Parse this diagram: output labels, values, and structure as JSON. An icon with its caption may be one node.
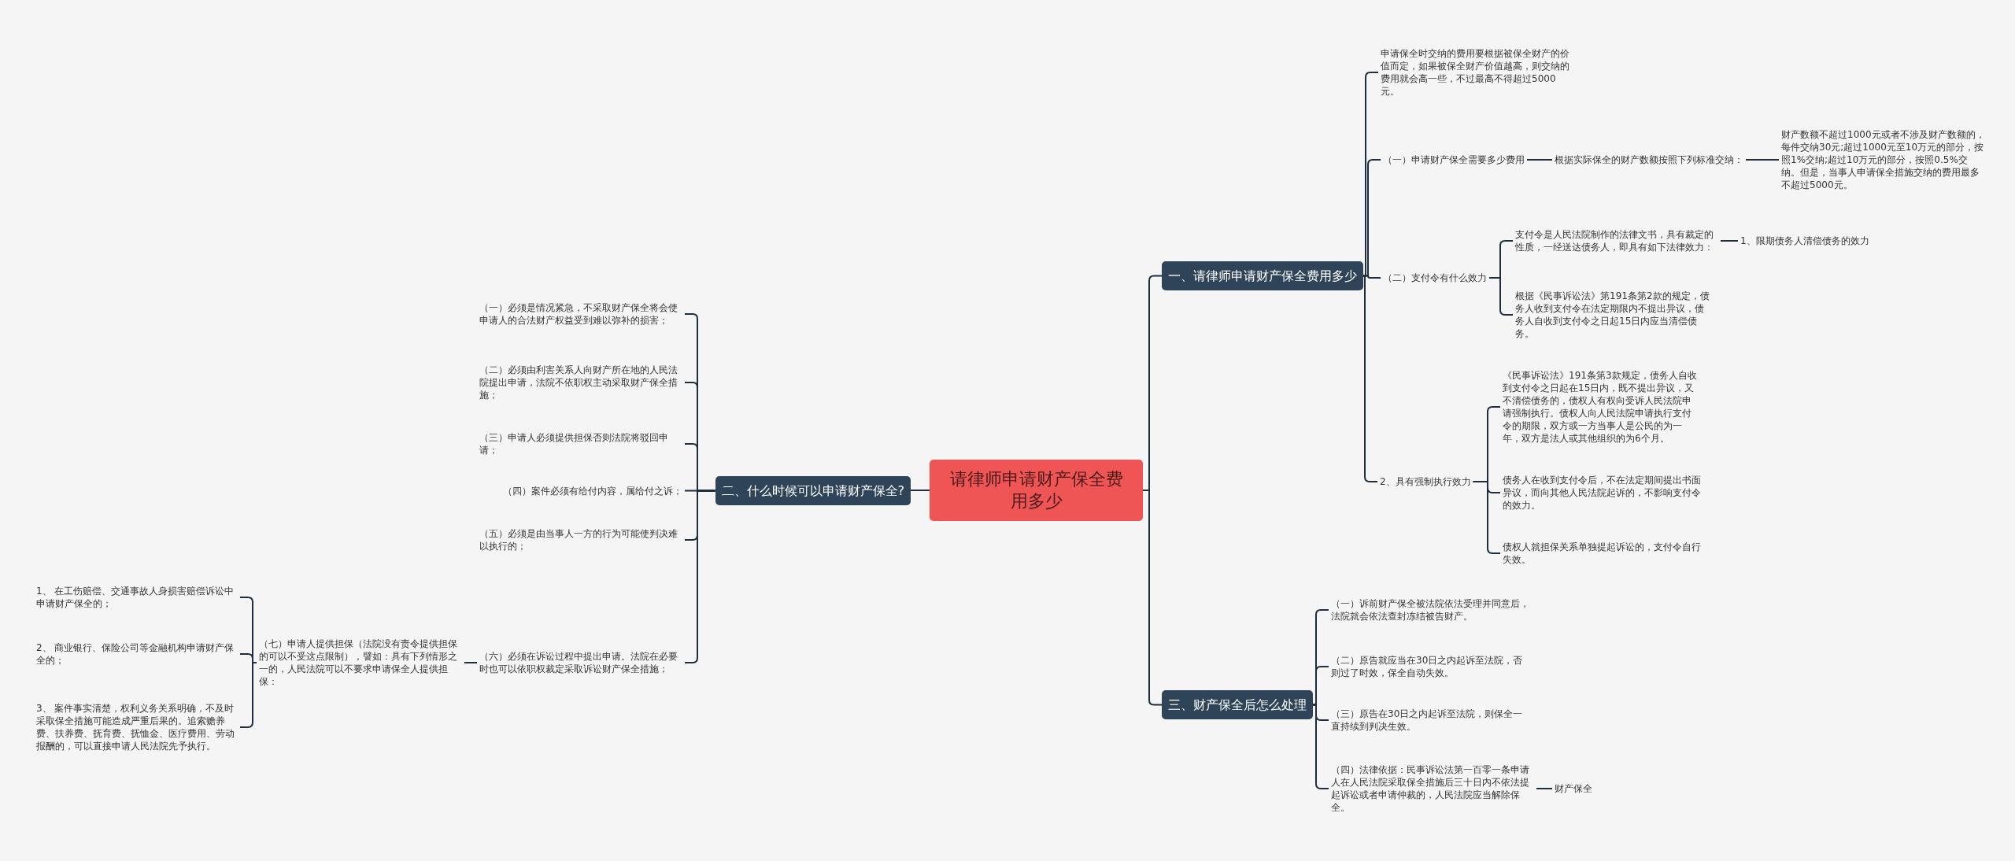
{
  "diagram": {
    "nodes": [
      {
        "text": [
          "请律师申请财产保全费用多少"
        ]
      },
      {
        "text": [
          "一、请律师申请财产保全费用多少"
        ]
      },
      {
        "text": [
          "申请保全时交纳的费用要根据被保全财产的价值而定，如果被保全财产价值越高，则交纳的费用就会高一些，不过最高不得超过5000元。"
        ]
      },
      {
        "text": [
          "（一）申请财产保全需要多少费用"
        ]
      },
      {
        "text": [
          "根据实际保全的财产数额按照下列标准交纳："
        ]
      },
      {
        "text": [
          "财产数额不超过1000元或者不涉及财产数额的，每件交纳30元;超过1000元至10万元的部分，按照1%交纳;超过10万元的部分，按照0.5%交纳。但是，当事人申请保全措施交纳的费用最多不超过5000元。"
        ]
      },
      {
        "text": [
          "（二）支付令有什么效力"
        ]
      },
      {
        "text": [
          "支付令是人民法院制作的法律文书，具有裁定的性质，一经送达债务人，即具有如下法律效力："
        ]
      },
      {
        "text": [
          "1、限期债务人清偿债务的效力"
        ]
      },
      {
        "text": [
          "根据《民事诉讼法》第191条第2款的规定，债务人收到支付令在法定期限内不提出异议，债务人自收到支付令之日起15日内应当清偿债务。"
        ]
      },
      {
        "text": [
          "2、具有强制执行效力"
        ]
      },
      {
        "text": [
          "《民事诉讼法》191条第3款规定，债务人自收到支付令之日起在15日内，既不提出异议，又不清偿债务的，债权人有权向受诉人民法院申请强制执行。债权人向人民法院申请执行支付令的期限，双方或一方当事人是公民的为一年，双方是法人或其他组织的为6个月。"
        ]
      },
      {
        "text": [
          "债务人在收到支付令后，不在法定期间提出书面异议，而向其他人民法院起诉的，不影响支付令的效力。"
        ]
      },
      {
        "text": [
          "债权人就担保关系单独提起诉讼的，支付令自行失效。"
        ]
      },
      {
        "text": [
          "二、什么时候可以申请财产保全?"
        ]
      },
      {
        "text": [
          "（一）必须是情况紧急，不采取财产保全将会使申请人的合法财产权益受到难以弥补的损害；"
        ]
      },
      {
        "text": [
          "（二）必须由利害关系人向财产所在地的人民法院提出申请，法院不依职权主动采取财产保全措施；"
        ]
      },
      {
        "text": [
          "（三）申请人必须提供担保否则法院将驳回申请；"
        ]
      },
      {
        "text": [
          "（四）案件必须有给付内容，属给付之诉；"
        ]
      },
      {
        "text": [
          "（五）必须是由当事人一方的行为可能使判决难以执行的；"
        ]
      },
      {
        "text": [
          "（六）必须在诉讼过程中提出申请。法院在必要时也可以依职权裁定采取诉讼财产保全措施；"
        ]
      },
      {
        "text": [
          "（七）申请人提供担保（法院没有责令提供担保的可以不受这点限制），譬如：具有下列情形之一的，人民法院可以不要求申请保全人提供担保："
        ]
      },
      {
        "text": [
          "1、 在工伤赔偿、交通事故人身损害赔偿诉讼中申请财产保全的；"
        ]
      },
      {
        "text": [
          "2、 商业银行、保险公司等金融机构申请财产保全的；"
        ]
      },
      {
        "text": [
          "3、 案件事实清楚，权利义务关系明确，不及时采取保全措施可能造成严重后果的。追索赡养费、扶养费、抚育费、抚恤金、医疗费用、劳动报酬的，可以直接申请人民法院先予执行。"
        ]
      },
      {
        "text": [
          "三、财产保全后怎么处理"
        ]
      },
      {
        "text": [
          "（一）诉前财产保全被法院依法受理并同意后，法院就会依法查封冻结被告财产。"
        ]
      },
      {
        "text": [
          "（二）原告就应当在30日之内起诉至法院，否则过了时效，保全自动失效。"
        ]
      },
      {
        "text": [
          "（三）原告在30日之内起诉至法院，则保全一直持续到判决生效。"
        ]
      },
      {
        "text": [
          "（四）法律依据：民事诉讼法第一百零一条申请人在人民法院采取保全措施后三十日内不依法提起诉讼或者申请仲裁的，人民法院应当解除保全。"
        ]
      },
      {
        "text": [
          "财产保全"
        ]
      }
    ],
    "edges": [
      {
        "from": 0,
        "to": 1,
        "arrow": "none"
      },
      {
        "from": 1,
        "to": 2,
        "arrow": "none"
      },
      {
        "from": 1,
        "to": 3,
        "arrow": "none"
      },
      {
        "from": 3,
        "to": 4,
        "arrow": "none"
      },
      {
        "from": 4,
        "to": 5,
        "arrow": "none"
      },
      {
        "from": 1,
        "to": 6,
        "arrow": "none"
      },
      {
        "from": 6,
        "to": 7,
        "arrow": "none"
      },
      {
        "from": 7,
        "to": 8,
        "arrow": "none"
      },
      {
        "from": 6,
        "to": 9,
        "arrow": "none"
      },
      {
        "from": 1,
        "to": 10,
        "arrow": "none"
      },
      {
        "from": 10,
        "to": 11,
        "arrow": "none"
      },
      {
        "from": 10,
        "to": 12,
        "arrow": "none"
      },
      {
        "from": 10,
        "to": 13,
        "arrow": "none"
      },
      {
        "from": 0,
        "to": 14,
        "arrow": "none"
      },
      {
        "from": 14,
        "to": 15,
        "arrow": "none"
      },
      {
        "from": 14,
        "to": 16,
        "arrow": "none"
      },
      {
        "from": 14,
        "to": 17,
        "arrow": "none"
      },
      {
        "from": 14,
        "to": 18,
        "arrow": "none"
      },
      {
        "from": 14,
        "to": 19,
        "arrow": "none"
      },
      {
        "from": 14,
        "to": 20,
        "arrow": "none"
      },
      {
        "from": 20,
        "to": 21,
        "arrow": "none"
      },
      {
        "from": 21,
        "to": 22,
        "arrow": "none"
      },
      {
        "from": 21,
        "to": 23,
        "arrow": "none"
      },
      {
        "from": 21,
        "to": 24,
        "arrow": "none"
      },
      {
        "from": 0,
        "to": 25,
        "arrow": "none"
      },
      {
        "from": 25,
        "to": 26,
        "arrow": "none"
      },
      {
        "from": 25,
        "to": 27,
        "arrow": "none"
      },
      {
        "from": 25,
        "to": 28,
        "arrow": "none"
      },
      {
        "from": 25,
        "to": 29,
        "arrow": "none"
      },
      {
        "from": 29,
        "to": 30,
        "arrow": "none"
      }
    ]
  }
}
